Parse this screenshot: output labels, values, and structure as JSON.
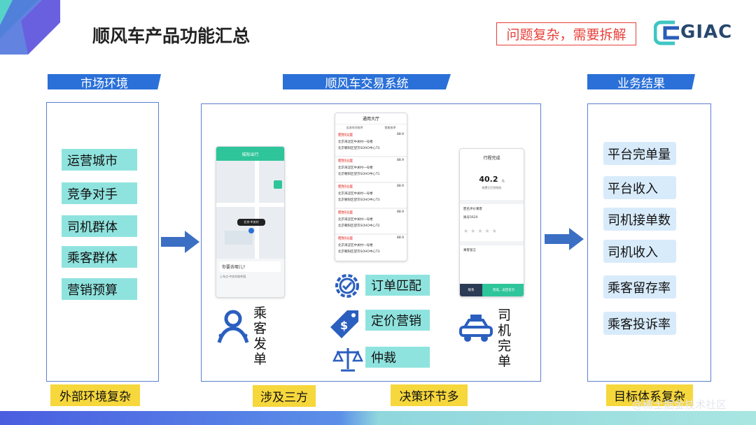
{
  "title": "顺风车产品功能汇总",
  "alert": "问题复杂，需要拆解",
  "logo": "GIAC",
  "headers": {
    "market": "市场环境",
    "system": "顺风车交易系统",
    "results": "业务结果"
  },
  "market_items": [
    "运营城市",
    "竞争对手",
    "司机群体",
    "乘客群体",
    "营销预算"
  ],
  "system_items": [
    "订单匹配",
    "定价营销",
    "仲裁"
  ],
  "result_items": [
    "平台完单量",
    "平台收入",
    "司机接单数",
    "司机收入",
    "乘客留存率",
    "乘客投诉率"
  ],
  "passenger_label": [
    "乘",
    "客",
    "发",
    "单"
  ],
  "driver_label": [
    "司",
    "机",
    "完",
    "单"
  ],
  "footer_tags": {
    "external": "外部环境复杂",
    "third_party": "涉及三方",
    "decisions": "决策环节多",
    "metrics": "目标体系复杂"
  },
  "phone_map": {
    "header": "城际出行",
    "pin": "北京·中关村",
    "search": "你要去哪儿?",
    "bottom": "上车点·中关村软件园"
  },
  "phone_list": {
    "header": "通用大厅",
    "filter1": "出发时间排序",
    "filter2": "智能排序",
    "entries": [
      {
        "tag": "距你1公里",
        "price": "88.9",
        "from": "北京海淀区中关村一号楼",
        "to": "北京朝阳区望京SOHO中心T3"
      },
      {
        "tag": "距你1公里",
        "price": "88.9",
        "from": "北京海淀区中关村一号楼",
        "to": "北京朝阳区望京SOHO中心T1"
      },
      {
        "tag": "距你1公里",
        "price": "88.9",
        "from": "北京海淀区中关村一号楼",
        "to": "北京朝阳区望京SOHO中心T3"
      },
      {
        "tag": "距你1公里",
        "price": "88.9",
        "from": "北京海淀区中关村一号楼",
        "to": "北京朝阳区望京SOHO中心T2"
      },
      {
        "tag": "距你1公里",
        "price": "88.9",
        "from": "北京海淀区中关村一号楼",
        "to": "北京朝阳区望京SOHO中心T3"
      }
    ]
  },
  "phone_done": {
    "header": "行程完成",
    "amount": "40.2",
    "unit": "元",
    "note": "收费已打到钱包",
    "rate_title": "匿名评价乘客",
    "passenger": "尾号5620",
    "tip": "乘客留言",
    "btn_left": "联系",
    "btn_right": "完成，返回首页"
  },
  "watermark": "@稀土掘金技术社区",
  "colors": {
    "accent_blue": "#2a70d8",
    "teal": "#8fe3de",
    "light_blue": "#d8ebfb",
    "yellow": "#f6d73c",
    "alert_red": "#e8403a",
    "arrow_blue": "#3a6fc4"
  }
}
